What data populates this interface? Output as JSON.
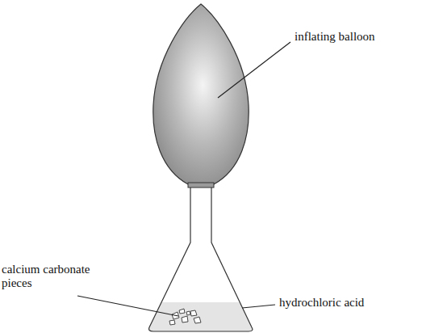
{
  "diagram": {
    "labels": [
      "inflating balloon",
      "calcium carbonate pieces",
      "hydrochloric acid"
    ]
  }
}
